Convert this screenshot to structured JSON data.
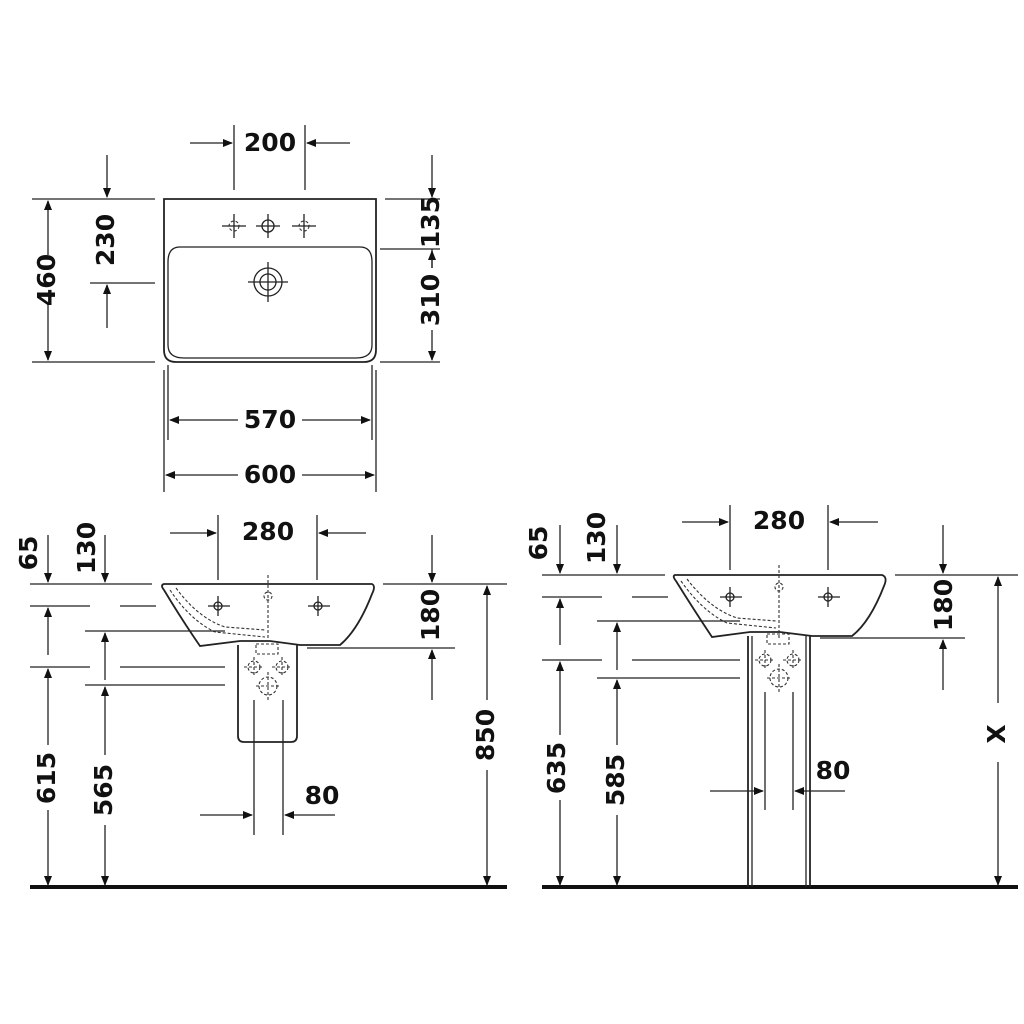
{
  "top_view": {
    "tap_spacing": "200",
    "depth_total": "460",
    "drain_offset": "230",
    "deck_depth": "135",
    "bowl_depth": "310",
    "inner_width": "570",
    "outer_width": "600"
  },
  "wall_view_semipedestal": {
    "tap_spacing": "280",
    "dim_a": "65",
    "dim_b": "130",
    "basin_height": "180",
    "height_615": "615",
    "height_565": "565",
    "rim_height": "850",
    "pipe_spacing": "80"
  },
  "wall_view_pedestal": {
    "tap_spacing": "280",
    "dim_a": "65",
    "dim_b": "130",
    "basin_height": "180",
    "height_635": "635",
    "height_585": "585",
    "rim_height": "X",
    "pipe_spacing": "80"
  }
}
